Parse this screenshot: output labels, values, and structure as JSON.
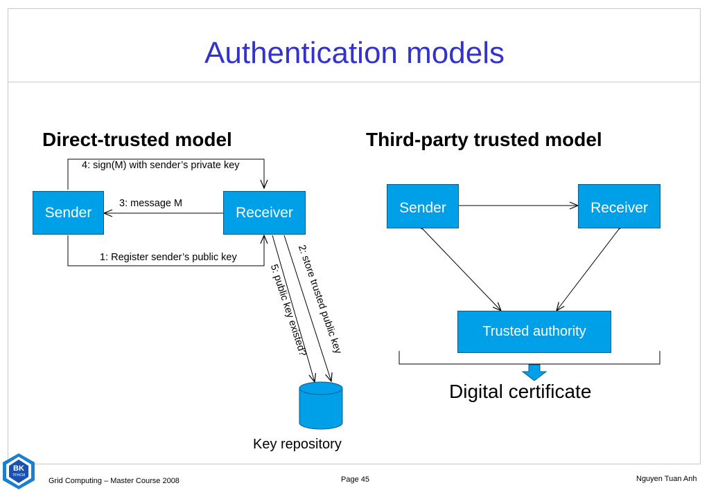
{
  "slide": {
    "title": "Authentication models"
  },
  "direct": {
    "heading": "Direct-trusted model",
    "sender": "Sender",
    "receiver": "Receiver",
    "edge_sign": "4: sign(M) with sender’s private key",
    "edge_message": "3: message M",
    "edge_register": "1: Register sender’s public key",
    "edge_store": "2: store trusted public key",
    "edge_check": "5: public key existed?",
    "repository": "Key repository"
  },
  "third_party": {
    "heading": "Third-party trusted model",
    "sender": "Sender",
    "receiver": "Receiver",
    "authority": "Trusted authority",
    "result": "Digital certificate"
  },
  "footer": {
    "logo_text": "BK",
    "logo_sub": "TP.HCM",
    "course": "Grid Computing – Master Course  2008",
    "page": "Page 45",
    "author": "Nguyen Tuan Anh"
  },
  "colors": {
    "title": "#3333cc",
    "box_fill": "#00a0e8",
    "arrow_fill": "#00a0e8"
  }
}
